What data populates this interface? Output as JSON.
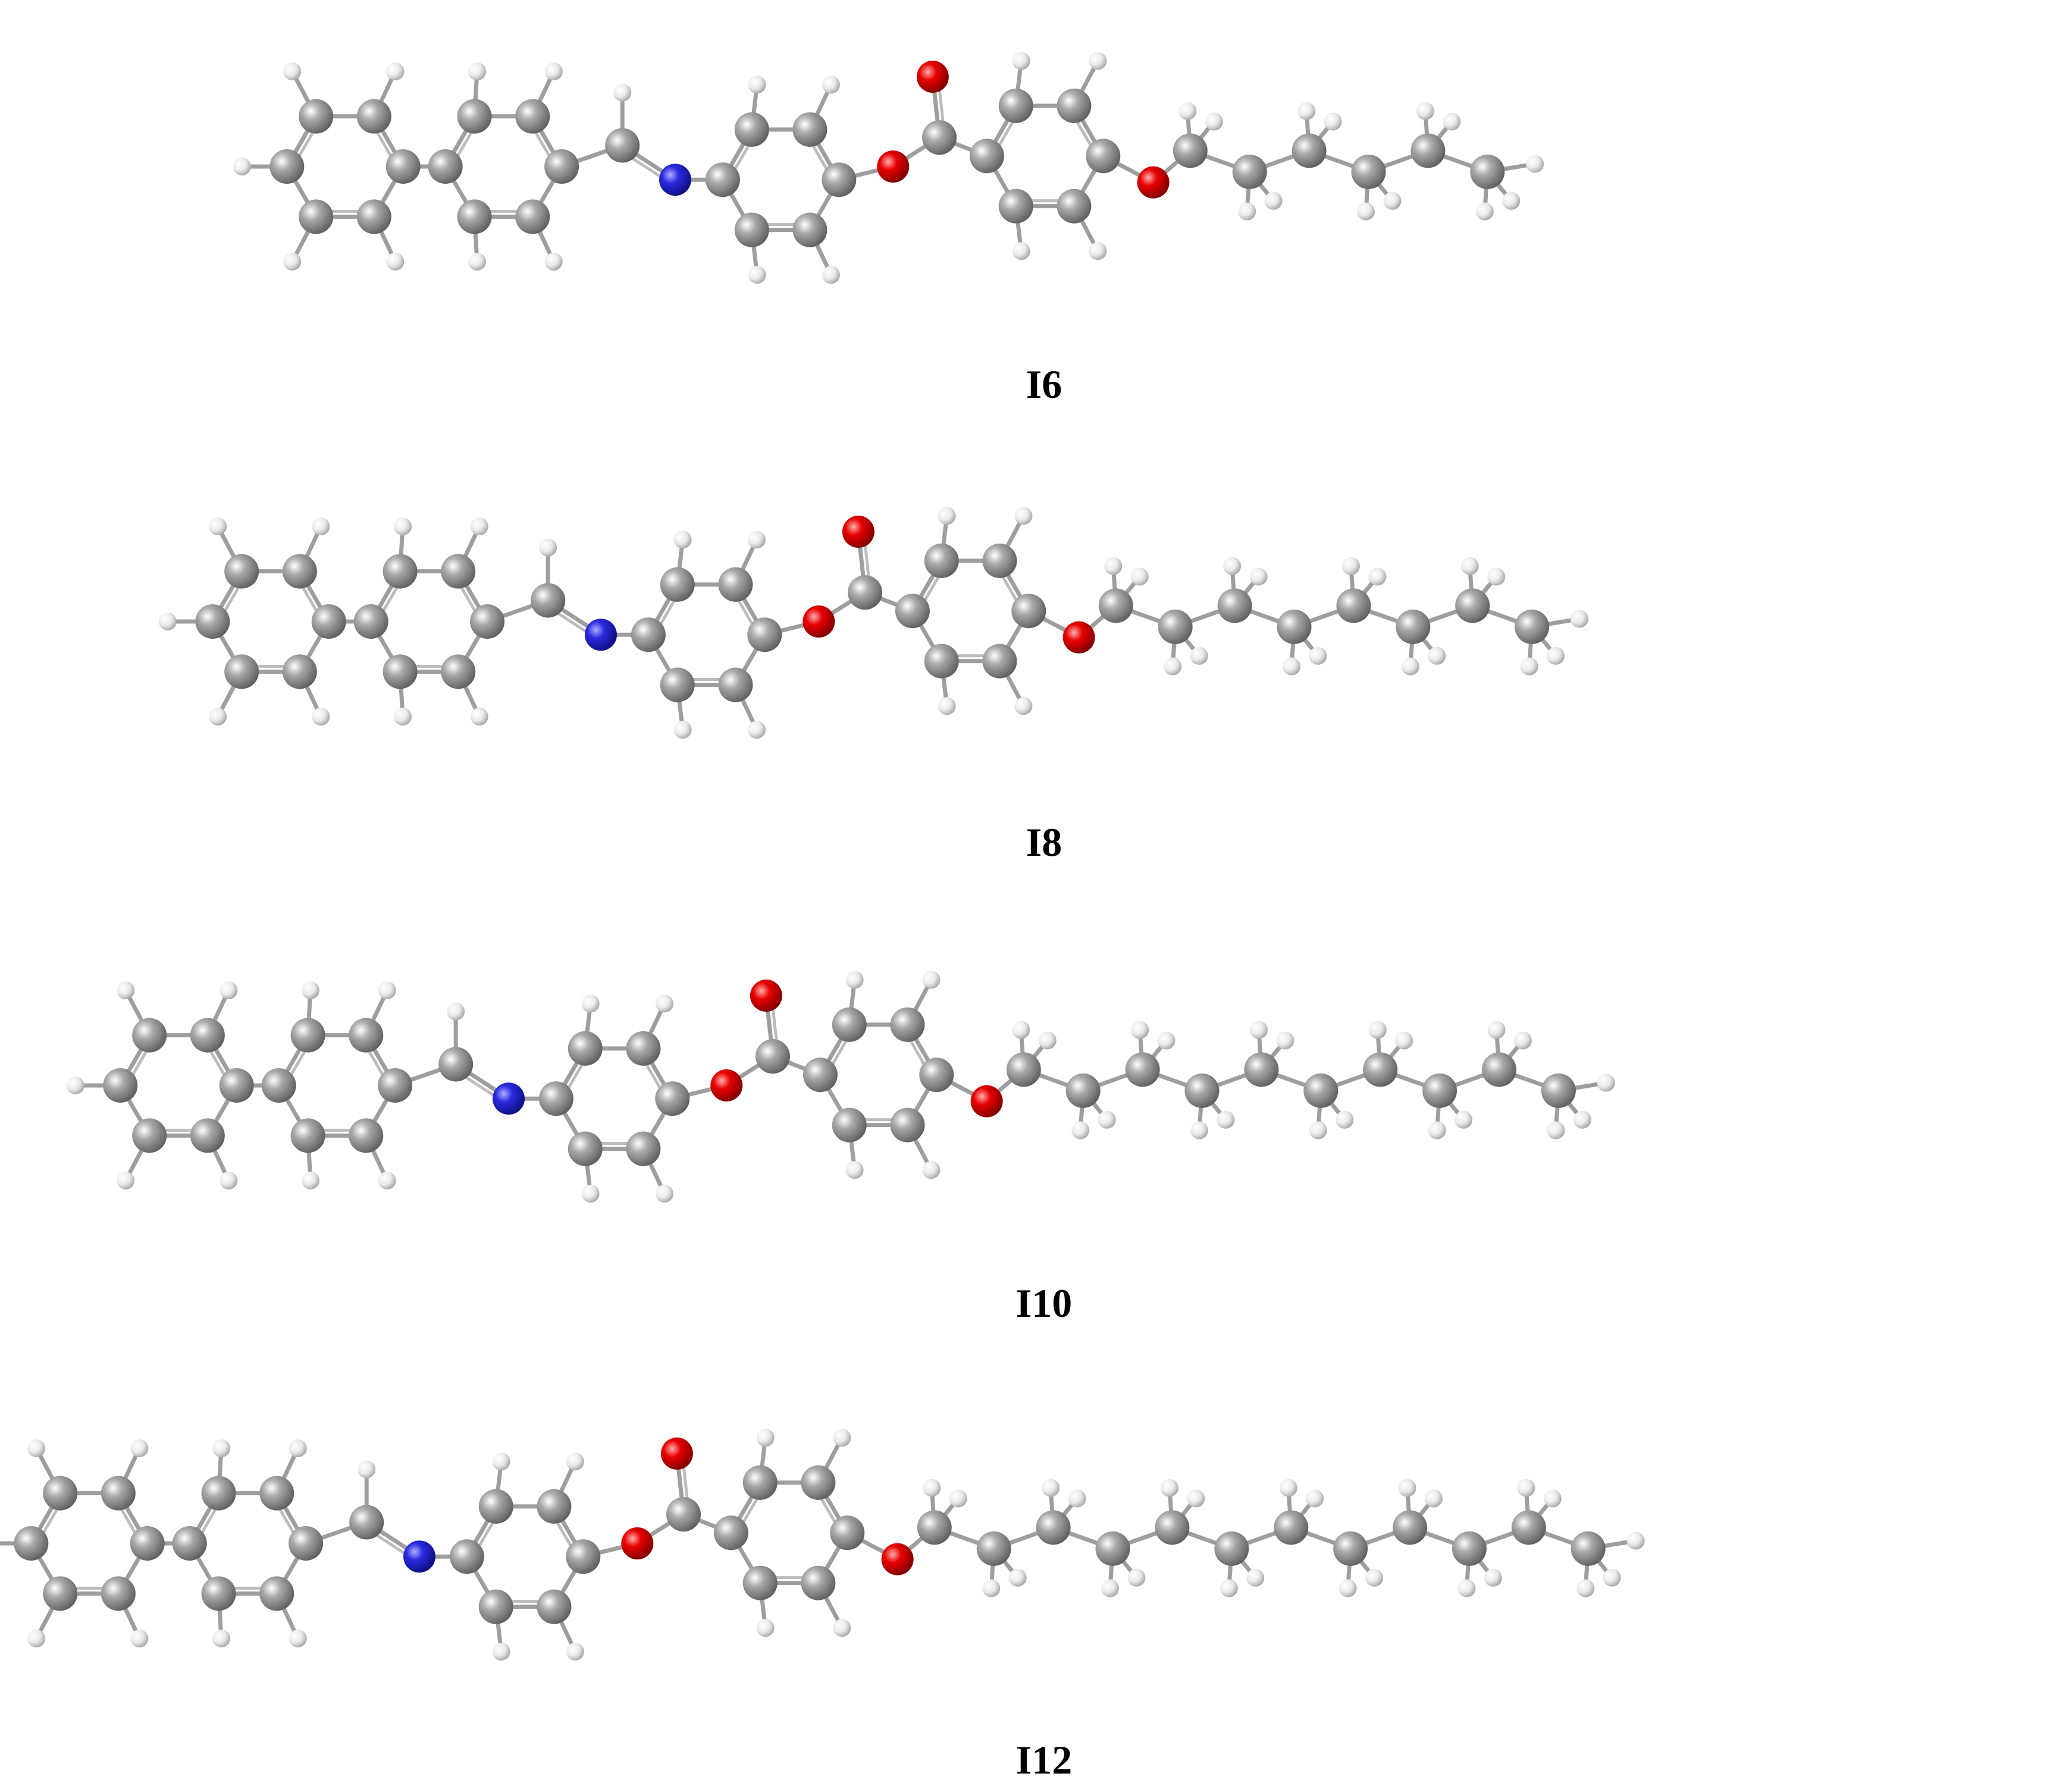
{
  "figure": {
    "structures": [
      {
        "label": "I6",
        "chain_carbons": 6
      },
      {
        "label": "I8",
        "chain_carbons": 8
      },
      {
        "label": "I10",
        "chain_carbons": 10
      },
      {
        "label": "I12",
        "chain_carbons": 12
      }
    ]
  },
  "colors": {
    "carbon": "#8c8c8c",
    "hydrogen": "#e6e6e6",
    "nitrogen": "#1e1ed2",
    "oxygen": "#e10000",
    "bond": "#b4b4b4"
  }
}
